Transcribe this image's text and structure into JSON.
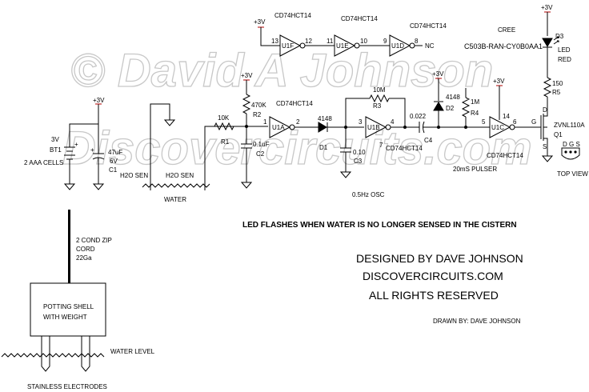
{
  "watermark": {
    "line1": "© David A Johnson",
    "line2": "Discovercircuits.com"
  },
  "supplies": {
    "vcc": "+3V"
  },
  "battery": {
    "voltage": "3V",
    "ref": "BT1",
    "desc": "2 AAA CELLS"
  },
  "capacitors": {
    "c1": {
      "value": "47uF",
      "voltage": "6V",
      "ref": "C1"
    },
    "c2": {
      "value": "0.1uF",
      "ref": "C2"
    },
    "c3": {
      "value": "0.10",
      "ref": "C3"
    },
    "c4": {
      "value": "0.022",
      "ref": "C4"
    }
  },
  "resistors": {
    "r1": {
      "value": "10K",
      "ref": "R1"
    },
    "r2": {
      "value": "470K",
      "ref": "R2"
    },
    "r3": {
      "value": "10M",
      "ref": "R3"
    },
    "r4": {
      "value": "1M",
      "ref": "R4"
    },
    "r5": {
      "value": "150",
      "ref": "R5"
    }
  },
  "diodes": {
    "d1": {
      "part": "4148",
      "ref": "D1"
    },
    "d2": {
      "part": "4148",
      "ref": "D2"
    }
  },
  "led": {
    "maker": "CREE",
    "part": "C503B-RAN-CY0B0AA1",
    "ref": "D3",
    "type1": "LED",
    "type2": "RED"
  },
  "transistor": {
    "part": "ZVNL110A",
    "ref": "Q1",
    "g": "G",
    "d": "D",
    "s": "S",
    "view": "TOP VIEW",
    "pins": "D G S"
  },
  "ic": {
    "part": "CD74HCT14"
  },
  "gates": {
    "u1a": {
      "ref": "U1A",
      "in": "1",
      "out": "2"
    },
    "u1b": {
      "ref": "U1B",
      "in": "3",
      "out": "4"
    },
    "u1c": {
      "ref": "U1C",
      "in": "5",
      "out": "6",
      "vcc_pin": "14",
      "gnd_pin": "7"
    },
    "u1f": {
      "ref": "U1F",
      "in": "13",
      "out": "12"
    },
    "u1e": {
      "ref": "U1E",
      "in": "11",
      "out": "10"
    },
    "u1d": {
      "ref": "U1D",
      "in": "9",
      "out": "8",
      "nc": "NC"
    }
  },
  "sensors": {
    "label": "H2O SEN",
    "water": "WATER"
  },
  "osc": {
    "label": "0.5Hz OSC"
  },
  "pulser": {
    "label": "20mS PULSER"
  },
  "note": "LED FLASHES WHEN WATER IS NO LONGER SENSED IN THE CISTERN",
  "credits": {
    "line1": "DESIGNED BY DAVE JOHNSON",
    "line2": "DISCOVERCIRCUITS.COM",
    "line3": "ALL RIGHTS RESERVED",
    "drawn": "DRAWN BY:  DAVE JOHNSON"
  },
  "probe": {
    "cord1": "2 COND ZIP",
    "cord2": "CORD",
    "cord3": "22Ga",
    "shell1": "POTTING SHELL",
    "shell2": "WITH WEIGHT",
    "water_level": "WATER LEVEL",
    "electrodes": "STAINLESS ELECTRODES"
  }
}
